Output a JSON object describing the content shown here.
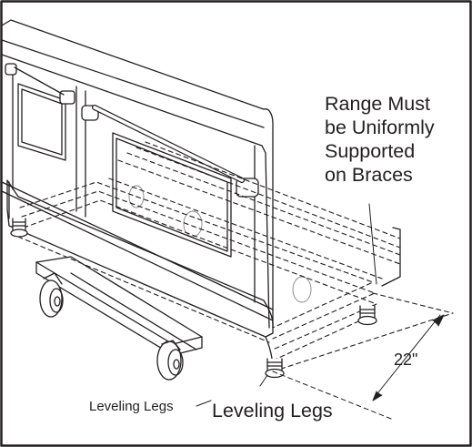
{
  "callouts": {
    "support_note": [
      "Range Must",
      "be Uniformly",
      "Supported",
      "on Braces"
    ],
    "depth_dimension": "22\"",
    "legs_label_small": "Leveling Legs",
    "legs_label_large": "Leveling Legs"
  },
  "colors": {
    "line": "#231f20",
    "background": "#ffffff"
  }
}
